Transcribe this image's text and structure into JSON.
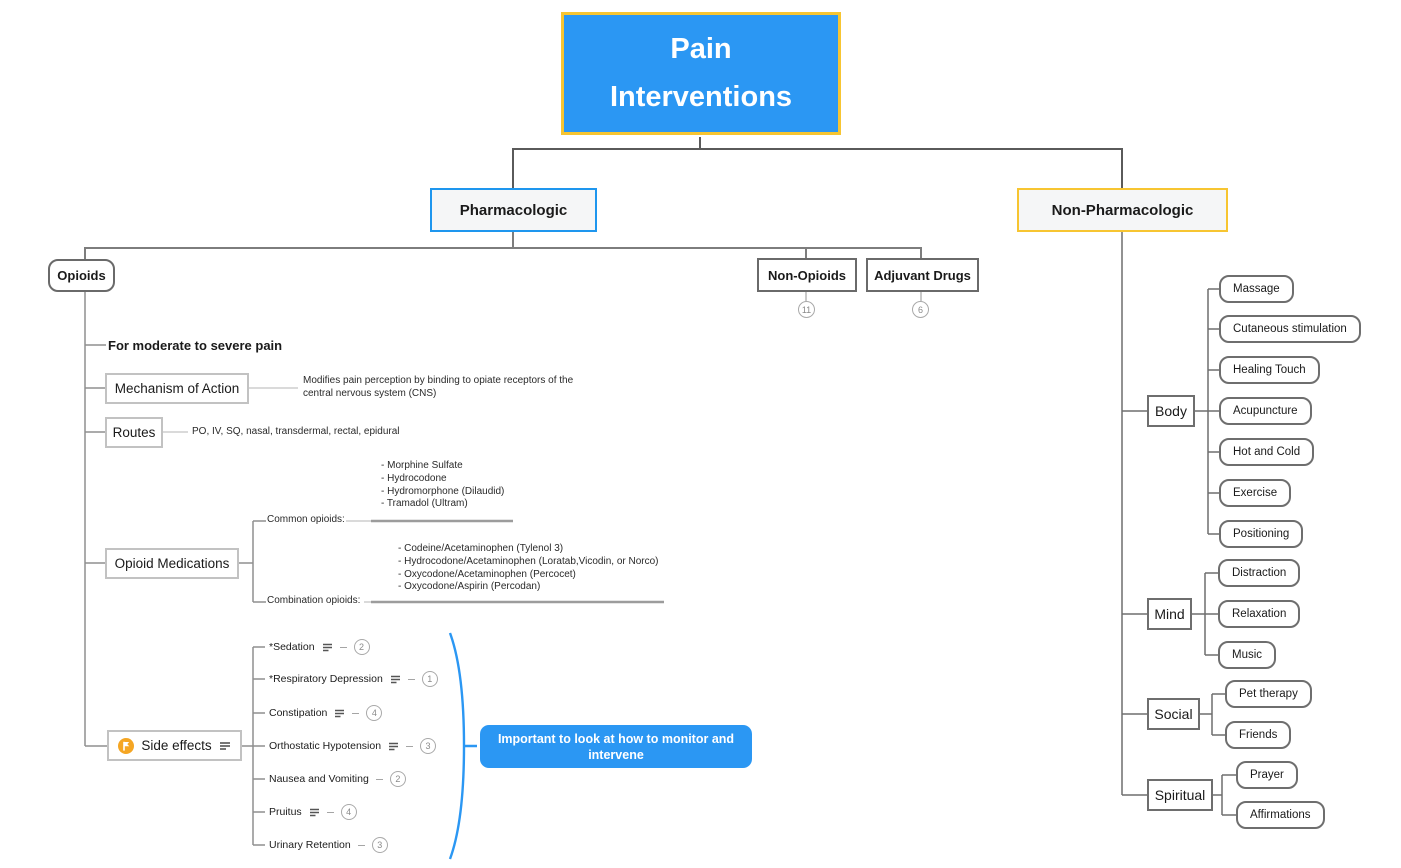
{
  "colors": {
    "accent_blue": "#2B97F3",
    "accent_yellow": "#F7C531",
    "pharmacologic_border": "#1E96EE",
    "flag_amber": "#F5A623",
    "connector_gray": "#7d7d7d"
  },
  "root": {
    "label": "Pain Interventions"
  },
  "pharmacologic": {
    "label": "Pharmacologic",
    "opioids": {
      "label": "Opioids",
      "note": "For moderate to severe pain",
      "mechanism": {
        "label": "Mechanism of Action",
        "description": "Modifies pain perception by binding to opiate receptors of the central nervous system (CNS)"
      },
      "routes": {
        "label": "Routes",
        "value": "PO, IV, SQ, nasal, transdermal, rectal, epidural"
      },
      "medications": {
        "label": "Opioid Medications",
        "common": {
          "label": "Common opioids:",
          "items": [
            "- Morphine Sulfate",
            "- Hydrocodone",
            "- Hydromorphone (Dilaudid)",
            "- Tramadol (Ultram)"
          ]
        },
        "combination": {
          "label": "Combination opioids:",
          "items": [
            "- Codeine/Acetaminophen (Tylenol 3)",
            "- Hydrocodone/Acetaminophen (Loratab,Vicodin, or Norco)",
            "- Oxycodone/Acetaminophen (Percocet)",
            "- Oxycodone/Aspirin (Percodan)"
          ]
        }
      },
      "side_effects": {
        "label": "Side effects",
        "flag_icon": "flag-icon",
        "notes_icon": "notes-icon",
        "items": [
          {
            "label": "*Sedation",
            "has_note": true,
            "count": "2"
          },
          {
            "label": "*Respiratory Depression",
            "has_note": true,
            "count": "1"
          },
          {
            "label": "Constipation",
            "has_note": true,
            "count": "4"
          },
          {
            "label": "Orthostatic Hypotension",
            "has_note": true,
            "count": "3"
          },
          {
            "label": "Nausea and Vomiting",
            "has_note": false,
            "count": "2"
          },
          {
            "label": "Pruitus",
            "has_note": true,
            "count": "4"
          },
          {
            "label": "Urinary Retention",
            "has_note": false,
            "count": "3"
          }
        ],
        "callout": "Important to look at how to monitor and intervene"
      }
    },
    "non_opioids": {
      "label": "Non-Opioids",
      "collapsed_count": "11"
    },
    "adjuvant_drugs": {
      "label": "Adjuvant Drugs",
      "collapsed_count": "6"
    }
  },
  "non_pharmacologic": {
    "label": "Non-Pharmacologic",
    "categories": [
      {
        "label": "Body",
        "items": [
          "Massage",
          "Cutaneous stimulation",
          "Healing Touch",
          "Acupuncture",
          "Hot and Cold",
          "Exercise",
          "Positioning"
        ]
      },
      {
        "label": "Mind",
        "items": [
          "Distraction",
          "Relaxation",
          "Music"
        ]
      },
      {
        "label": "Social",
        "items": [
          "Pet therapy",
          "Friends"
        ]
      },
      {
        "label": "Spiritual",
        "items": [
          "Prayer",
          "Affirmations"
        ]
      }
    ]
  }
}
